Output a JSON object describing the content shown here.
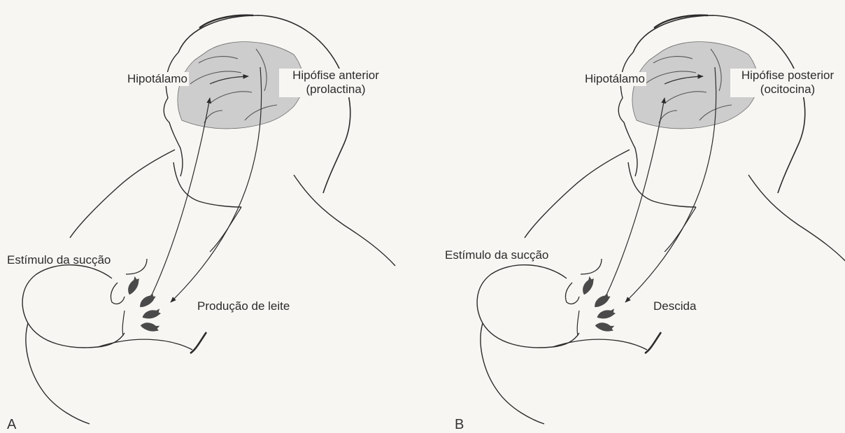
{
  "panel_a": {
    "letter": "A",
    "hypothalamus": "Hipotálamo",
    "gland_line1": "Hipófise anterior",
    "gland_line2": "(prolactina)",
    "stimulus": "Estímulo da sucção",
    "response": "Produção de leite"
  },
  "panel_b": {
    "letter": "B",
    "hypothalamus": "Hipotálamo",
    "gland_line1": "Hipófise posterior",
    "gland_line2": "(ocitocina)",
    "stimulus": "Estímulo da sucção",
    "response": "Descida"
  },
  "colors": {
    "line": "#2b2b2b",
    "brain_fill": "#cdcdcd",
    "lobule_fill": "#4a4a4a",
    "background": "#f7f6f3"
  }
}
